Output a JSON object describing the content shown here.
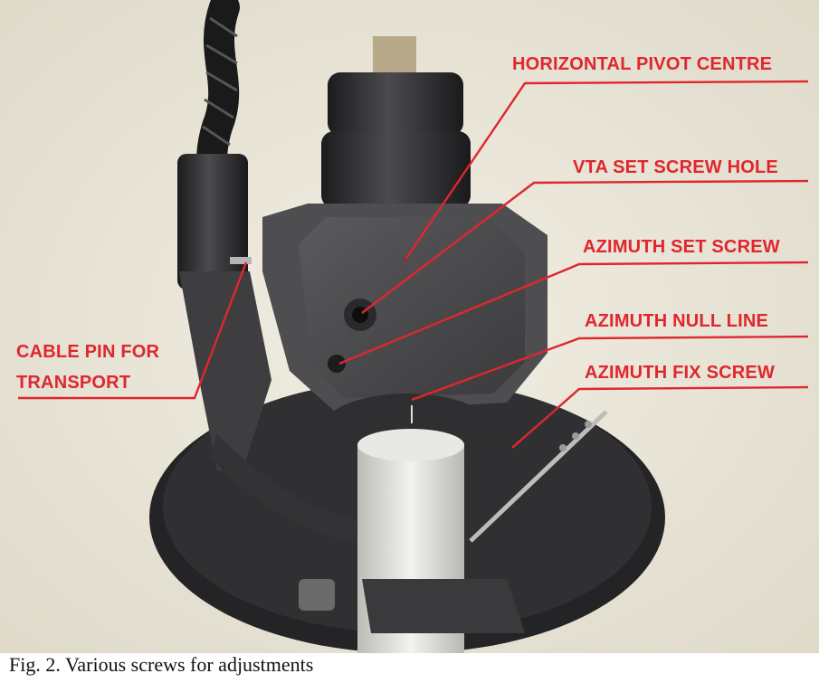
{
  "figure": {
    "labels": {
      "horizontal_pivot_centre": "HORIZONTAL PIVOT CENTRE",
      "vta_set_screw_hole": "VTA SET SCREW HOLE",
      "azimuth_set_screw": "AZIMUTH SET SCREW",
      "azimuth_null_line": "AZIMUTH NULL LINE",
      "azimuth_fix_screw": "AZIMUTH FIX SCREW",
      "cable_pin_line1": "CABLE PIN FOR",
      "cable_pin_line2": "TRANSPORT"
    },
    "colors": {
      "callout": "#e0262e",
      "background": "#e8e4d6",
      "metal_dark": "#2b2b2d",
      "metal_mid": "#4a4a4c",
      "armtube": "#d9d9d4"
    }
  },
  "caption": "Fig. 2. Various screws for adjustments"
}
